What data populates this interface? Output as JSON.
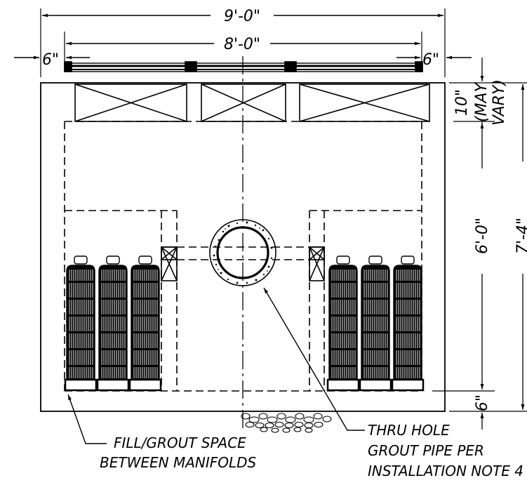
{
  "dimensions": {
    "overall_width": "9'-0\"",
    "inner_width": "8'-0\"",
    "left_offset": "6\"",
    "right_offset": "6\"",
    "top_depth": "10\"",
    "top_depth_note_1": "(MAY",
    "top_depth_note_2": "VARY)",
    "middle_height": "6'-0\"",
    "overall_height": "7'-4\"",
    "bottom_depth": "6\""
  },
  "notes": {
    "fill_line_1": "FILL/GROUT SPACE",
    "fill_line_2": "BETWEEN MANIFOLDS",
    "thru_line_1": "THRU HOLE",
    "thru_line_2": "GROUT PIPE PER",
    "thru_line_3": "INSTALLATION NOTE 4"
  },
  "colors": {
    "line": "#000000",
    "background": "#ffffff"
  }
}
